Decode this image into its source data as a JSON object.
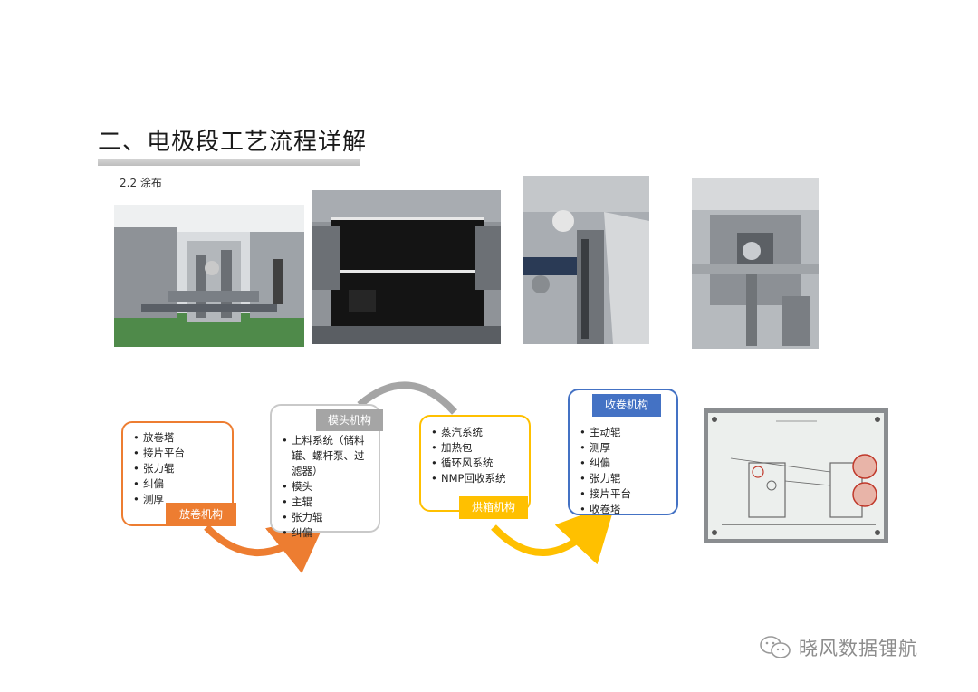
{
  "header": {
    "title": "二、电极段工艺流程详解",
    "subtitle": "2.2 涂布"
  },
  "process": [
    {
      "name": "放卷机构",
      "color": "#ED7D31",
      "items": [
        "放卷塔",
        "接片平台",
        "张力辊",
        "纠偏",
        "测厚"
      ]
    },
    {
      "name": "模头机构",
      "color": "#A5A5A5",
      "items": [
        "上料系统（储料罐、螺杆泵、过滤器）",
        "模头",
        "主辊",
        "张力辊",
        "纠偏"
      ]
    },
    {
      "name": "烘箱机构",
      "color": "#FFC000",
      "items": [
        "蒸汽系统",
        "加热包",
        "循环风系统",
        "NMP回收系统"
      ]
    },
    {
      "name": "收卷机构",
      "color": "#4472C4",
      "items": [
        "主动辊",
        "测厚",
        "纠偏",
        "张力辊",
        "接片平台",
        "收卷塔"
      ]
    }
  ],
  "watermark": {
    "text": "晓风数据锂航"
  }
}
